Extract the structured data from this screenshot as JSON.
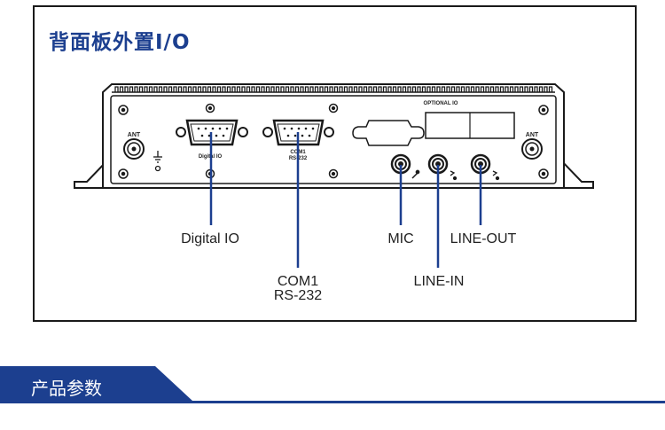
{
  "header": {
    "title": "背面板外置I/O"
  },
  "panel": {
    "port_labels": {
      "ant_left": "ANT",
      "ant_right": "ANT",
      "digital_io_small": "Digital IO",
      "com1_small_line1": "COM1",
      "com1_small_line2": "RS-232",
      "optional_io": "OPTIONAL  IO"
    }
  },
  "callouts": {
    "digital_io": "Digital IO",
    "com1_line1": "COM1",
    "com1_line2": "RS-232",
    "mic": "MIC",
    "line_in": "LINE-IN",
    "line_out": "LINE-OUT"
  },
  "section": {
    "title": "产品参数"
  },
  "colors": {
    "title": "#1c3f8f",
    "leader": "#1c3f8f",
    "bar": "#1c3f8f",
    "outline": "#1a1a1a"
  }
}
